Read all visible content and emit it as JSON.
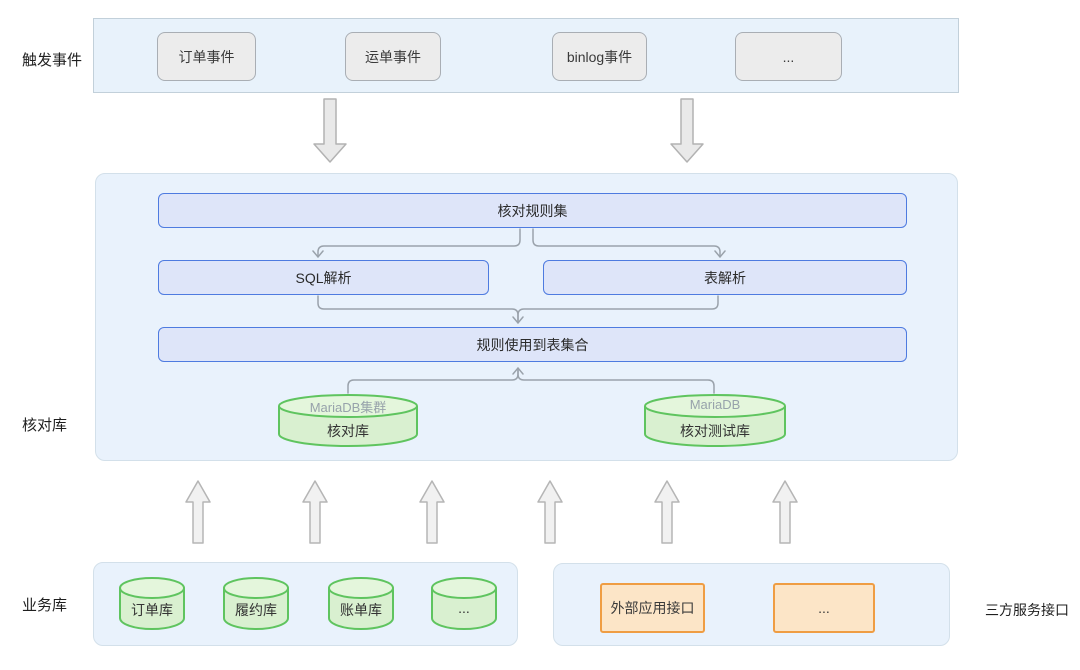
{
  "row_labels": {
    "trigger_events": "触发事件",
    "check_db": "核对库",
    "business_db": "业务库",
    "third_party_api": "三方服务接口"
  },
  "trigger_band": {
    "events": [
      {
        "label": "订单事件"
      },
      {
        "label": "运单事件"
      },
      {
        "label": "binlog事件"
      },
      {
        "label": "..."
      }
    ]
  },
  "check_panel": {
    "rule_set_label": "核对规则集",
    "sql_parse_label": "SQL解析",
    "table_parse_label": "表解析",
    "rule_tables_label": "规则使用到表集合",
    "databases": [
      {
        "engine": "MariaDB集群",
        "name": "核对库"
      },
      {
        "engine": "MariaDB",
        "name": "核对测试库"
      }
    ]
  },
  "business_panel": {
    "databases": [
      {
        "name": "订单库"
      },
      {
        "name": "履约库"
      },
      {
        "name": "账单库"
      },
      {
        "name": "..."
      }
    ]
  },
  "service_panel": {
    "interfaces": [
      {
        "label": "外部应用接口"
      },
      {
        "label": "..."
      }
    ]
  },
  "colors": {
    "band_fill": "#e8f2fb",
    "panel_fill": "#e9f2fc",
    "blue_box_fill": "#dee5f9",
    "blue_border": "#4e7be0",
    "gray_box_fill": "#ececec",
    "green_border": "#5fc45f",
    "green_fill": "#d9f0d0",
    "orange_border": "#ef9d43",
    "orange_fill": "#fce5c7",
    "connector": "#9aa2ab"
  }
}
